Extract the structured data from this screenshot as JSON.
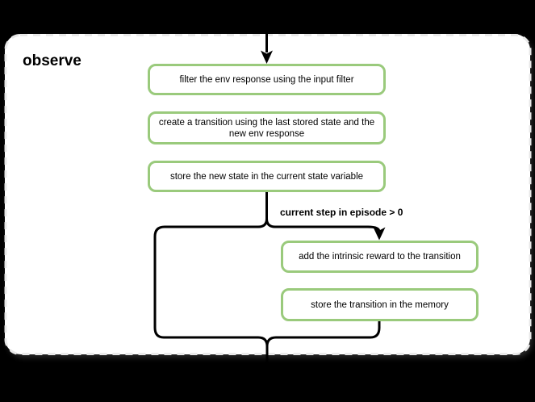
{
  "panel": {
    "title": "observe"
  },
  "flow": {
    "condition_label": "current step in episode > 0",
    "steps": [
      {
        "id": "filter-env-response",
        "label": "filter the env response using the input filter"
      },
      {
        "id": "create-transition",
        "label": "create a transition using the last stored state and the\nnew env response"
      },
      {
        "id": "store-new-state",
        "label": "store the new state in the current state variable"
      },
      {
        "id": "add-intrinsic-reward",
        "label": "add the intrinsic reward to the transition"
      },
      {
        "id": "store-transition",
        "label": "store the transition in the memory"
      }
    ]
  },
  "colors": {
    "background": "#000000",
    "panel_fill": "#ffffff",
    "panel_border": "#e9e9e9",
    "node_fill": "#ffffff",
    "node_border": "#9aca7c",
    "connector": "#000000",
    "text": "#000000"
  }
}
